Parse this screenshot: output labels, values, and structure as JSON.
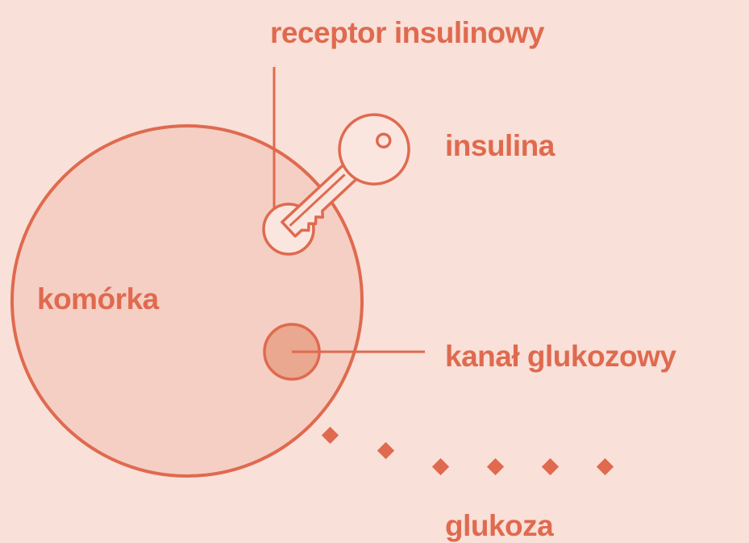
{
  "diagram": {
    "labels": {
      "receptor": "receptor insulinowy",
      "insulin": "insulina",
      "cell": "komórka",
      "glucose_channel": "kanał glukozowy",
      "glucose": "glukoza"
    },
    "colors": {
      "background": "#f9e0d8",
      "accent": "#df6a4f",
      "cell_fill": "#f5cfc3",
      "receptor_fill": "#fbe6df",
      "channel_fill": "#e9a88f"
    },
    "icons": [
      "key-icon",
      "diamond-icon"
    ]
  }
}
